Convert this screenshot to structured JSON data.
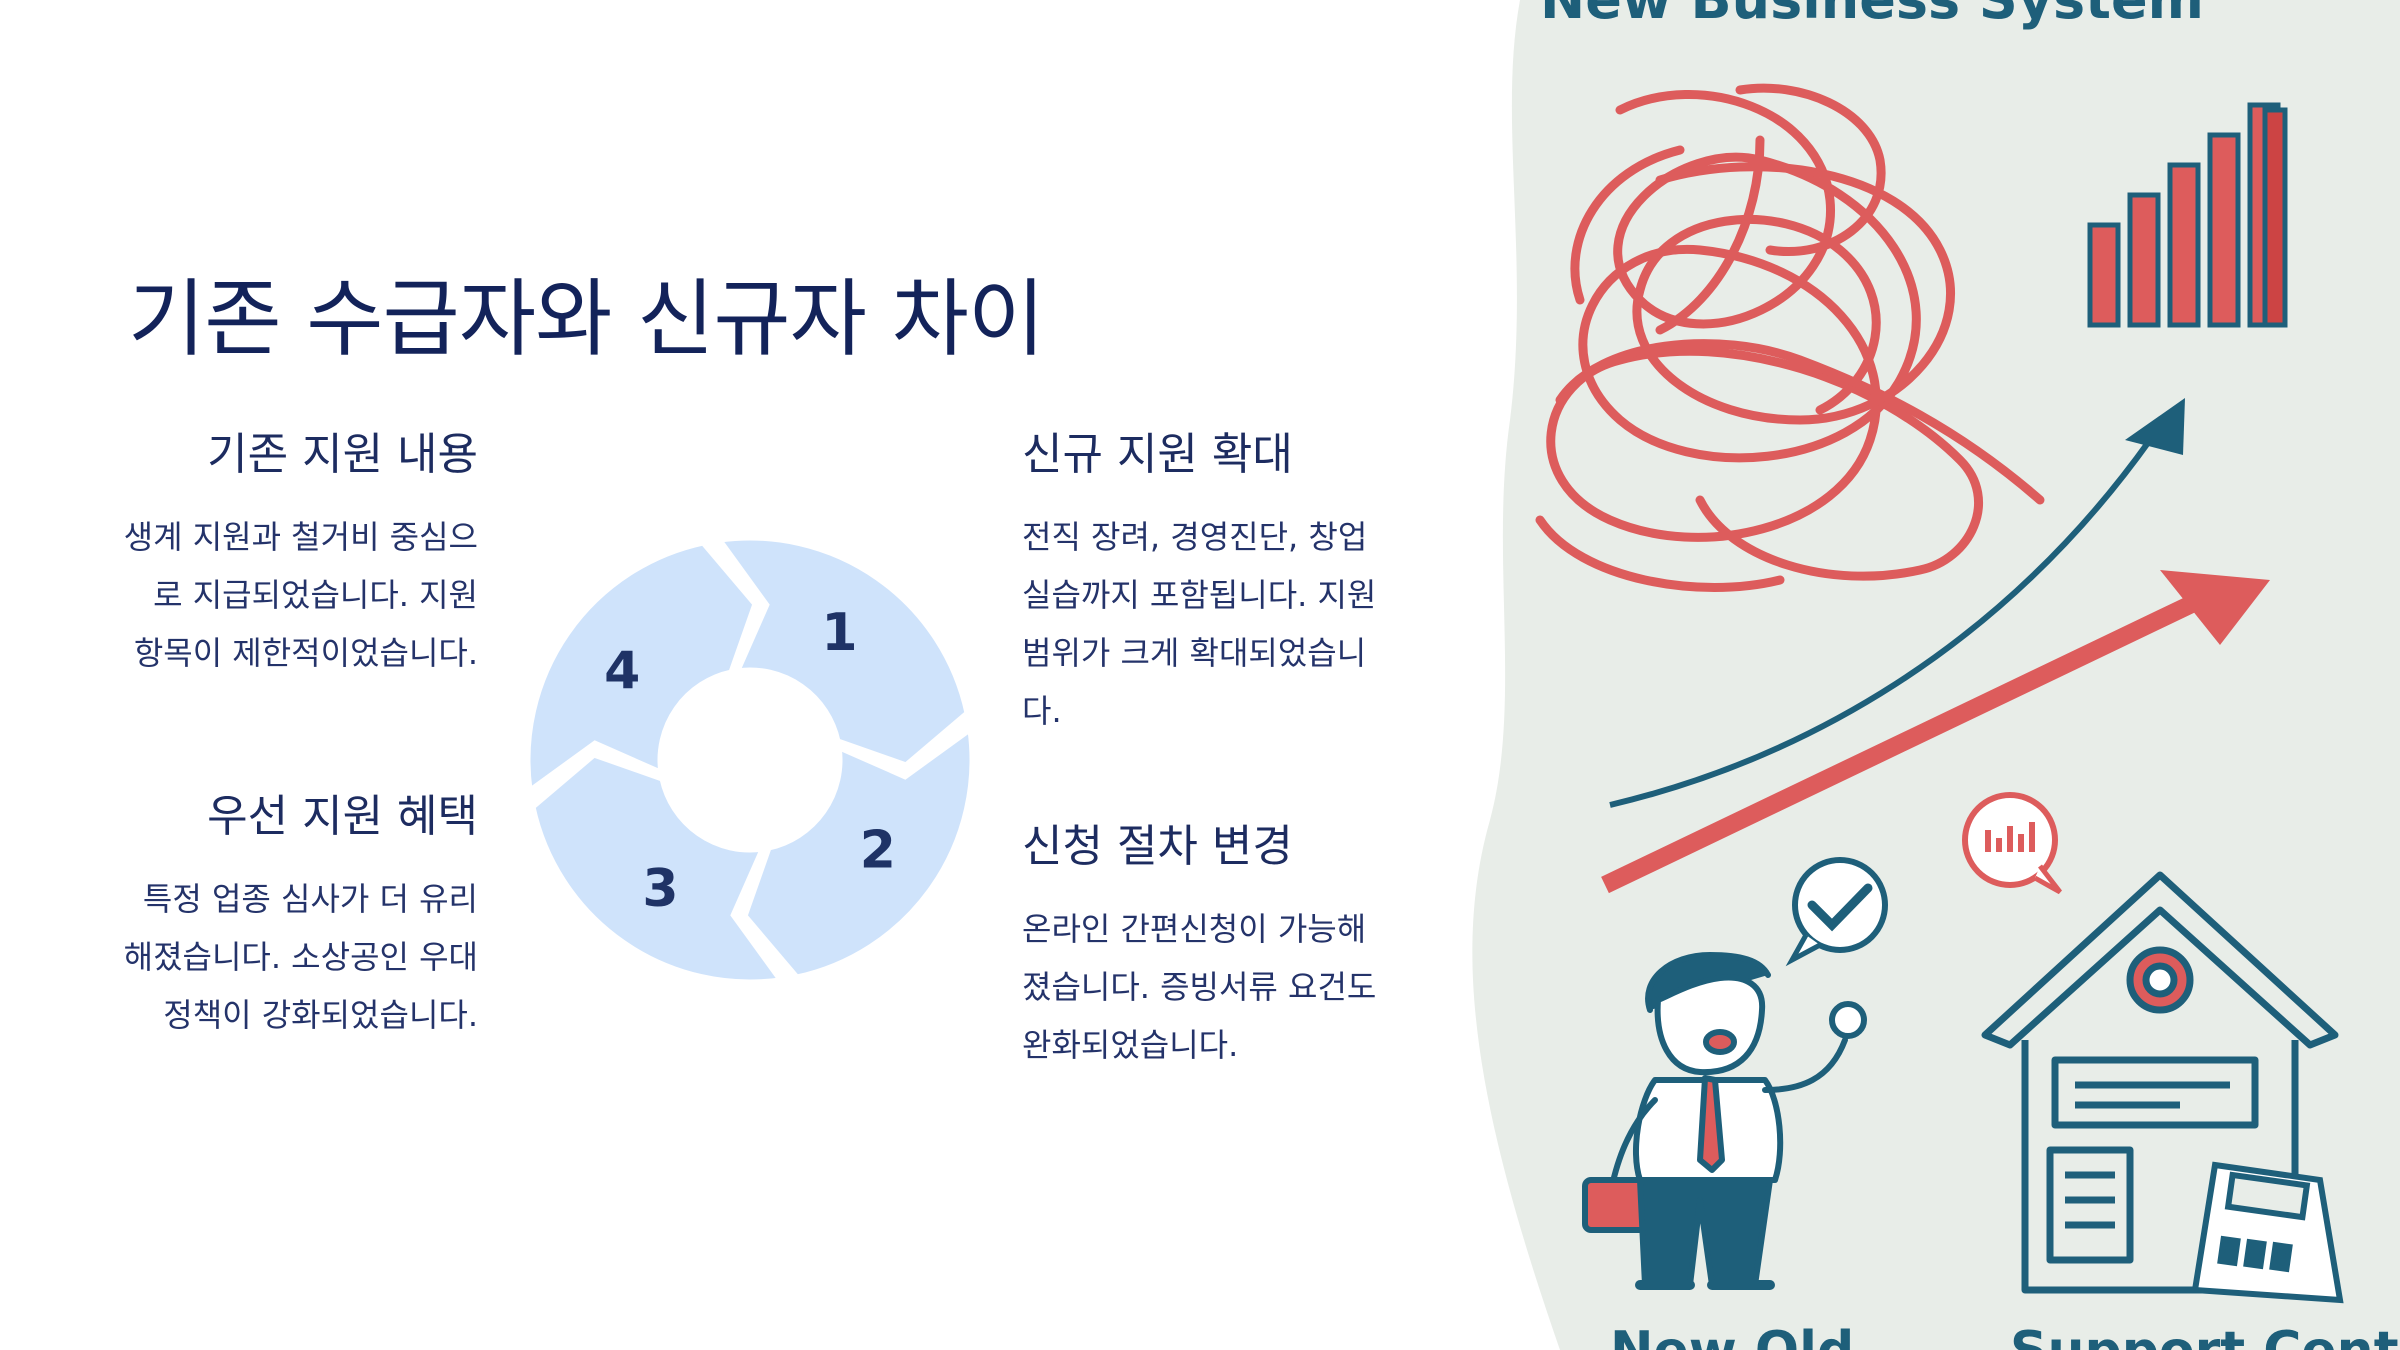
{
  "slide": {
    "title": "기존 수급자와 신규자 차이",
    "sections": {
      "existing": {
        "heading": "기존 지원 내용",
        "body": "생계 지원과 철거비 중심으로 지급되었습니다. 지원 항목이 제한적이었습니다."
      },
      "expansion": {
        "heading": "신규 지원 확대",
        "body": "전직 장려, 경영진단, 창업 실습까지 포함됩니다. 지원 범위가 크게 확대되었습니다."
      },
      "priority": {
        "heading": "우선 지원 혜택",
        "body": "특정 업종 심사가 더 유리해졌습니다. 소상공인 우대 정책이 강화되었습니다."
      },
      "procedure": {
        "heading": "신청 절차 변경",
        "body": "온라인 간편신청이 가능해졌습니다. 증빙서류 요건도 완화되었습니다."
      }
    },
    "cycle": {
      "labels": [
        "1",
        "2",
        "3",
        "4"
      ],
      "fill": "#cfe3fb",
      "number_color": "#1f3366"
    }
  },
  "illustration": {
    "top_caption": "New Business System",
    "bottom_left_caption": "New Old",
    "bottom_right_caption": "Support Center",
    "background": "#e8ede8",
    "accent_red": "#dd5c5c",
    "accent_teal": "#1e5f7a",
    "icons": [
      "scribble-icon",
      "bar-chart-icon",
      "growth-arrow-icon",
      "businessman-icon",
      "check-bubble-icon",
      "chart-bubble-icon",
      "house-icon",
      "calculator-icon"
    ]
  }
}
